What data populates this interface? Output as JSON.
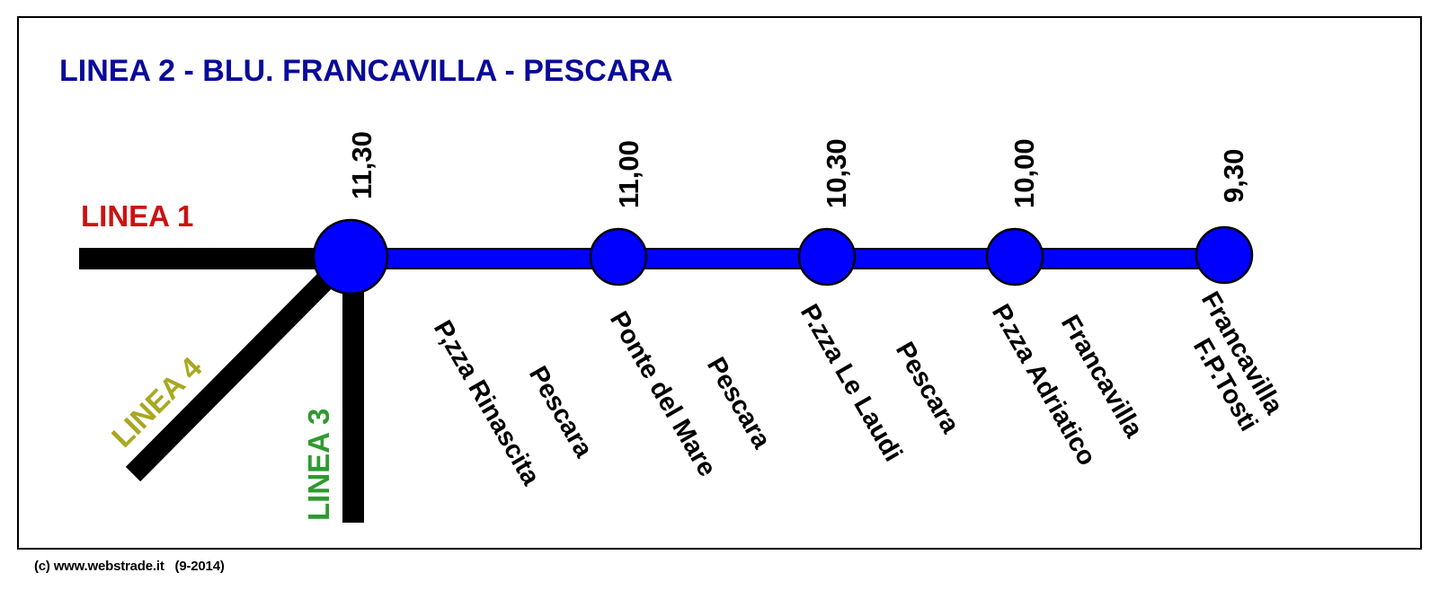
{
  "title": "LINEA 2 - BLU.  FRANCAVILLA - PESCARA",
  "colors": {
    "title": "#0a0a9a",
    "line2": "#0000ff",
    "station_fill": "#0000ff",
    "linea1": "#cc1111",
    "linea3": "#2f9a2f",
    "linea4": "#a8a820",
    "connector": "#000000"
  },
  "connections": {
    "linea1": "LINEA 1",
    "linea3": "LINEA 3",
    "linea4": "LINEA 4"
  },
  "stations": [
    {
      "time": "11,30",
      "line1": "Pescara",
      "line2": "P,zza Rinascita"
    },
    {
      "time": "11,00",
      "line1": "Pescara",
      "line2": "Ponte del Mare"
    },
    {
      "time": "10,30",
      "line1": "Pescara",
      "line2": "P.zza Le Laudi"
    },
    {
      "time": "10,00",
      "line1": "Francavilla",
      "line2": "P.zza Adriatico"
    },
    {
      "time": "9,30",
      "line1": "Francavilla",
      "line2": "F.P.Tosti"
    }
  ],
  "copyright": "(c) www.webstrade.it   (9-2014)"
}
